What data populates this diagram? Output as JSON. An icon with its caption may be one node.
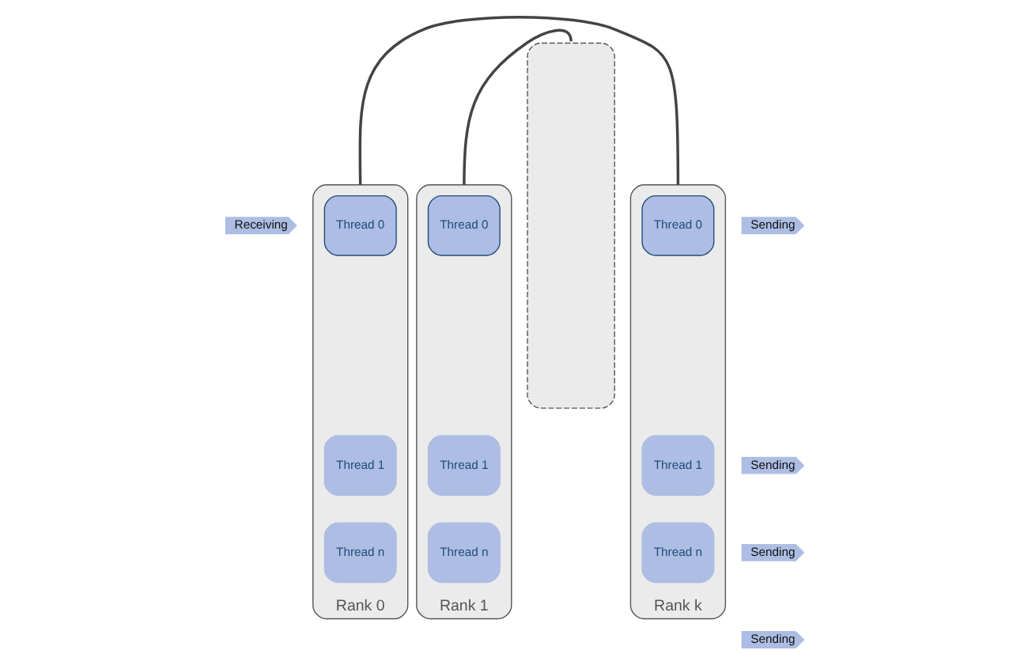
{
  "diagram": {
    "nodes": [
      {
        "text": [
          "Receiving"
        ]
      },
      {
        "text": [
          "Rank 0"
        ]
      },
      {
        "text": [
          "Thread 0"
        ],
        "in": 1
      },
      {
        "text": [
          "Thread 1"
        ],
        "in": 1
      },
      {
        "text": [
          "Thread n"
        ],
        "in": 1
      },
      {
        "text": [
          "Rank 1"
        ]
      },
      {
        "text": [
          "Thread 0"
        ],
        "in": 5
      },
      {
        "text": [
          "Thread 1"
        ],
        "in": 5
      },
      {
        "text": [
          "Thread n"
        ],
        "in": 5
      },
      {
        "text": [],
        "shape": "box"
      },
      {
        "text": [
          "Rank k"
        ]
      },
      {
        "text": [
          "Thread 0"
        ],
        "in": 10
      },
      {
        "text": [
          "Thread 1"
        ],
        "in": 10
      },
      {
        "text": [
          "Thread n"
        ],
        "in": 10
      },
      {
        "text": [
          "Sending"
        ]
      },
      {
        "text": [
          "Sending"
        ]
      },
      {
        "text": [
          "Sending"
        ]
      },
      {
        "text": [
          "Sending"
        ]
      }
    ],
    "edges": [
      {
        "from": 1,
        "to": 10,
        "arrow": "none"
      },
      {
        "from": 5,
        "to": 9,
        "arrow": "none"
      }
    ]
  }
}
